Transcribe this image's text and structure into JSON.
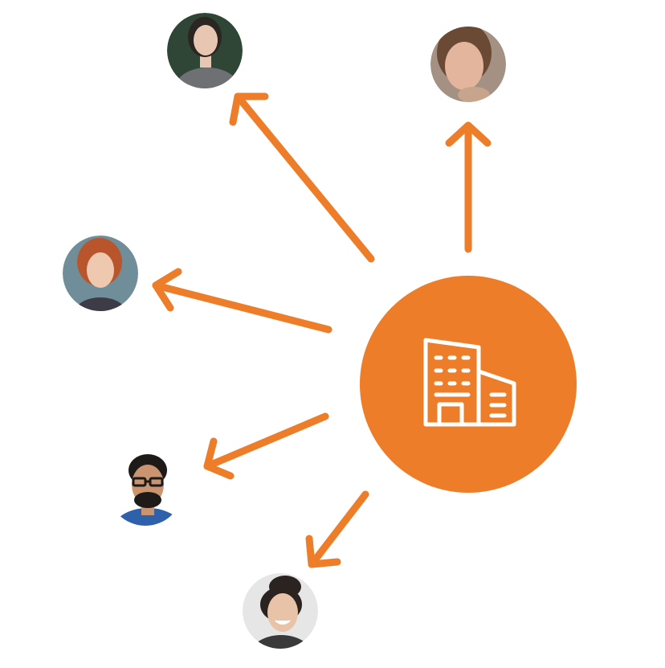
{
  "diagram": {
    "accent_color": "#ee7d2a",
    "center_node": {
      "icon": "office-building-icon",
      "fill": "#ee7d2a",
      "icon_color": "#ffffff"
    },
    "people": [
      {
        "id": "person-1",
        "icon": "woman-avatar-photo",
        "skin": "#e8c7b2",
        "hair": "#2b2622",
        "bg": "#2f4636",
        "shirt": "#6e7073"
      },
      {
        "id": "person-2",
        "icon": "woman-avatar-photo",
        "skin": "#e2b59c",
        "hair": "#6a4a35",
        "bg": "#a49183",
        "shirt": "#c7a58c"
      },
      {
        "id": "person-3",
        "icon": "woman-avatar-photo",
        "skin": "#efc8b0",
        "hair": "#b9552c",
        "bg": "#6f8e99",
        "shirt": "#3c3b46"
      },
      {
        "id": "person-4",
        "icon": "man-avatar-photo",
        "skin": "#c9946f",
        "hair": "#1d1a18",
        "bg": "#ffffff",
        "shirt": "#2e61a9"
      },
      {
        "id": "person-5",
        "icon": "woman-avatar-photo",
        "skin": "#e9c3a8",
        "hair": "#2a2320",
        "bg": "#e6e6e6",
        "shirt": "#3a3a3a"
      }
    ]
  }
}
